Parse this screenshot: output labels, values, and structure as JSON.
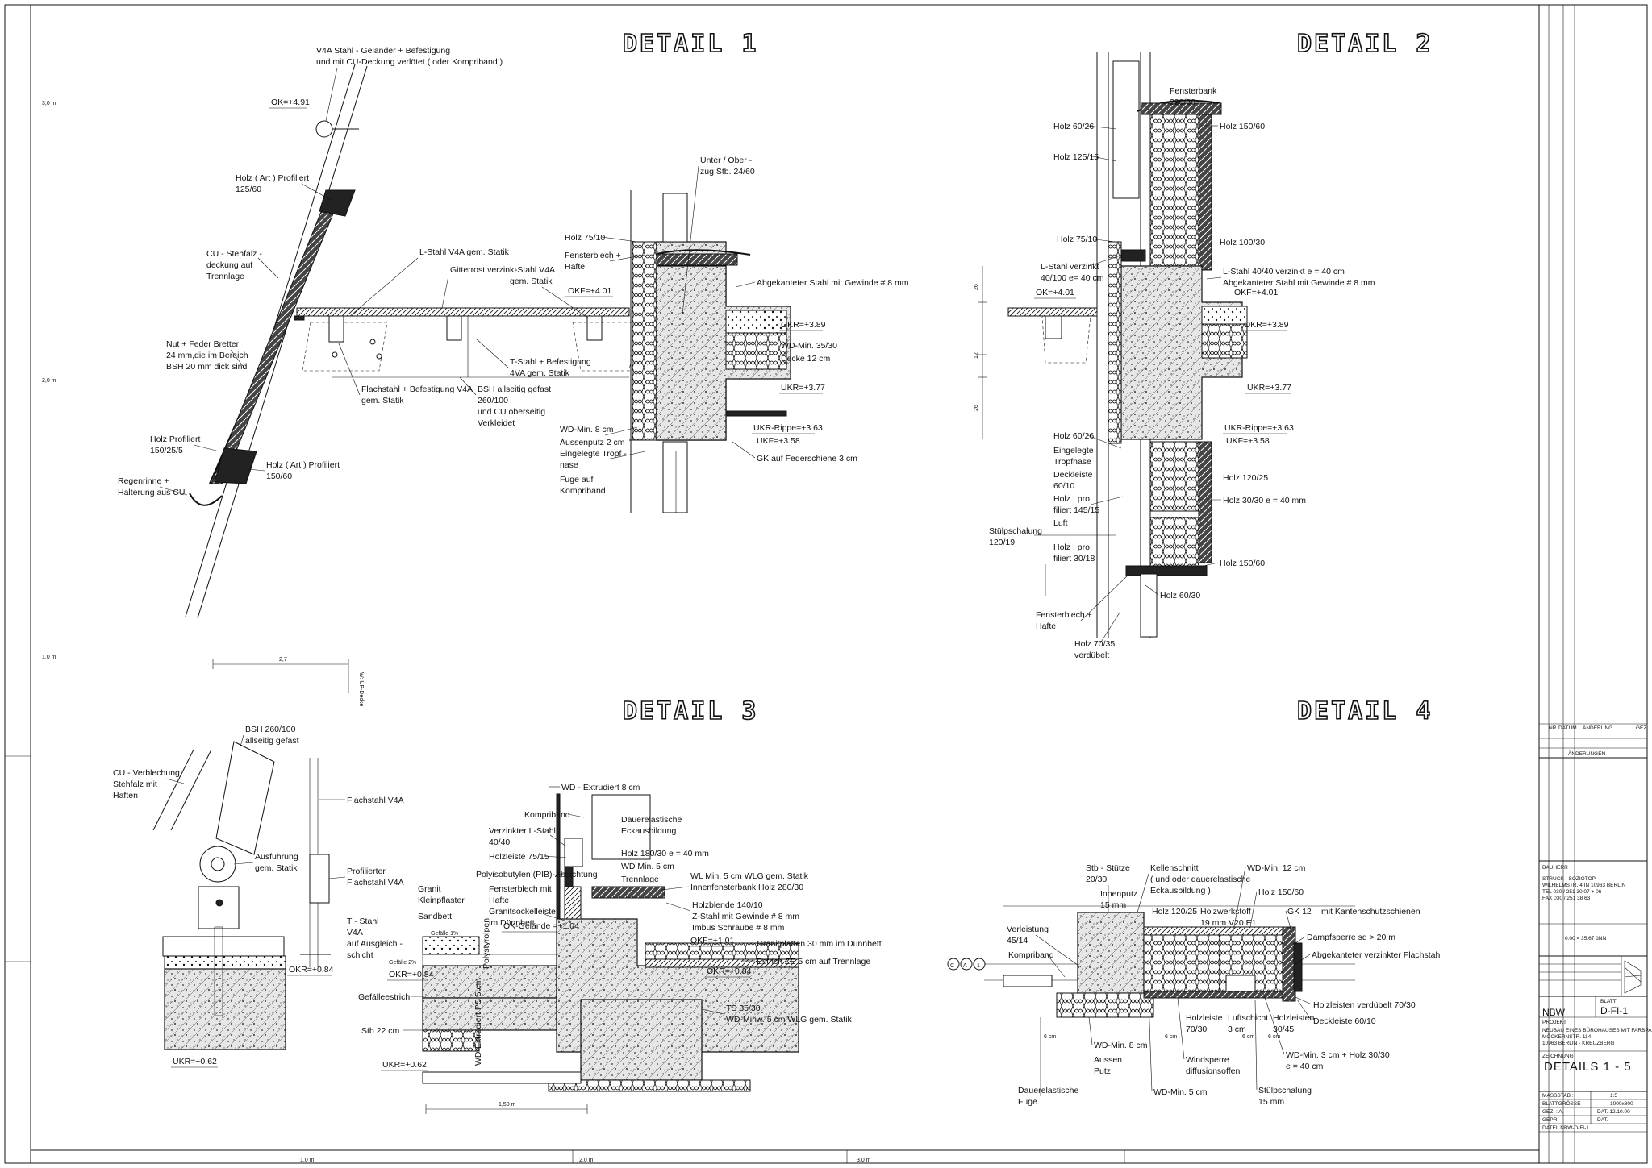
{
  "details": {
    "d1": {
      "title": "DETAIL 1"
    },
    "d2": {
      "title": "DETAIL 2"
    },
    "d3": {
      "title": "DETAIL 3"
    },
    "d4": {
      "title": "DETAIL 4"
    }
  },
  "margin_scale": {
    "left": [
      "3,0 m",
      "2,0 m",
      "1,0 m"
    ],
    "bottom": [
      "1,0 m",
      "2,0 m",
      "3,0 m"
    ]
  },
  "detail1": {
    "labels": {
      "railing": "V4A Stahl - Geländer + Befestigung",
      "railing2": "und mit CU-Deckung verlötet ( oder Kompriband )",
      "ok491": "OK=+4.91",
      "holz_prof": "Holz ( Art ) Profiliert",
      "holz_prof_dim": "125/60",
      "cu1": "CU - Stehfalz -",
      "cu2": "deckung auf",
      "cu3": "Trennlage",
      "nut1": "Nut + Feder Bretter",
      "nut2": "24 mm,die im Bereich",
      "nut3": "BSH 20 mm dick sind",
      "holz150a": "Holz Profiliert",
      "holz150b": "150/25/5",
      "holz_art": "Holz ( Art ) Profiliert",
      "holz_art_dim": "150/60",
      "regen1": "Regenrinne +",
      "regen2": "Halterung aus CU",
      "lstahl": "L-Stahl V4A gem. Statik",
      "gitter": "Gitterrost verzinkt",
      "lstahl2a": "L-Stahl V4A",
      "lstahl2b": "gem. Statik",
      "unter1": "Unter / Ober -",
      "unter2": "zug Stb. 24/60",
      "holz75": "Holz 75/10",
      "fenster1": "Fensterblech +",
      "fenster2": "Hafte",
      "okf401": "OKF=+4.01",
      "abgek": "Abgekanteter Stahl mit Gewinde # 8 mm",
      "okr389": "OKR=+3.89",
      "wd35": "WD-Min. 35/30",
      "decke": "Decke 12 cm",
      "tstahl1": "T-Stahl + Befestigung",
      "tstahl2": "4VA gem. Statik",
      "ukr377": "UKR=+3.77",
      "flach1": "Flachstahl + Befestigung V4A",
      "flach2": "gem. Statik",
      "bsh1": "BSH allseitig gefast",
      "bsh2": "260/100",
      "bsh3": "und CU oberseitig",
      "bsh4": "Verkleidet",
      "wd8": "WD-Min. 8 cm",
      "aussen": "Aussenputz 2 cm",
      "eingel1": "Eingelegte Tropf -",
      "eingel2": "nase",
      "fuge1": "Fuge auf",
      "fuge2": "Kompriband",
      "ukr363": "UKR-Rippe=+3.63",
      "ukf358": "UKF=+3.58",
      "gk": "GK auf Federschiene 3 cm",
      "dim": "2,7",
      "w": "W: ÜP-Decke"
    }
  },
  "detail2": {
    "labels": {
      "fensterbank1": "Fensterbank",
      "fensterbank2": "290/30",
      "holz6026": "Holz 60/26",
      "holz12515": "Holz 125/15",
      "holz15060": "Holz 150/60",
      "holz7510": "Holz 75/10",
      "holz10030": "Holz 100/30",
      "lver1": "L-Stahl verzinkt",
      "lver2": "40/100 e= 40 cm",
      "lstahl4040": "L-Stahl 40/40 verzinkt e = 40 cm",
      "abgek": "Abgekanteter Stahl mit Gewinde # 8 mm",
      "okf401": "OKF=+4.01",
      "ok401": "OK=+4.01",
      "okr389": "OKR=+3.89",
      "ukr377": "UKR=+3.77",
      "ukr363": "UKR-Rippe=+3.63",
      "ukf358": "UKF=+3.58",
      "holz6026b": "Holz 60/26",
      "eing1": "Eingelegte",
      "eing2": "Tropfnase",
      "deck1": "Deckleiste",
      "deck2": "60/10",
      "holzpro1": "Holz , pro",
      "holzpro2": "filiert 145/15",
      "holz12025": "Holz 120/25",
      "holz3030": "Holz 30/30 e = 40 mm",
      "luft": "Luft",
      "stulp1": "Stülpschalung",
      "stulp2": "120/19",
      "holzpro3": "Holz , pro",
      "holzpro4": "filiert 30/18",
      "holz15060b": "Holz 150/60",
      "fenster1": "Fensterblech +",
      "fenster2": "Hafte",
      "holz6030": "Holz 60/30",
      "holz7035a": "Holz 70/35",
      "holz7035b": "verdübelt",
      "dims": [
        "26",
        "12",
        "26"
      ]
    }
  },
  "detail3": {
    "labels": {
      "bsh1": "BSH 260/100",
      "bsh2": "allseitig gefast",
      "cu1": "CU - Verblechung",
      "cu2": "Stehfalz mit",
      "cu3": "Haften",
      "flach": "Flachstahl V4A",
      "ausf1": "Ausführung",
      "ausf2": "gem. Statik",
      "prof1": "Profilierter",
      "prof2": "Flachstahl V4A",
      "t1": "T - Stahl",
      "t2": "V4A",
      "t3": "auf Ausgleich -",
      "t4": "schicht",
      "okr084": "OKR=+0.84",
      "ukr062": "UKR=+0.62",
      "wd8": "WD - Extrudiert 8 cm",
      "kompri": "Kompriband",
      "dauer1": "Dauerelastische",
      "dauer2": "Eckausbildung",
      "verz1": "Verzinkter L-Stahl",
      "verz2": "40/40",
      "holz1": "Holzleiste 75/15",
      "holz1830": "Holz 180/30 e = 40 mm",
      "poly": "Polyisobutylen (PIB)-Abdichtung",
      "wdmin5": "WD Min. 5 cm",
      "fb1": "Fensterblech mit",
      "fb2": "Hafte",
      "trenn": "Trennlage",
      "gs1": "Granitsockelleiste",
      "gs2": "im Dünnbett",
      "wlg": "WL Min. 5 cm WLG gem. Statik",
      "inner": "Innenfensterbank Holz 280/30",
      "granit1": "Granit",
      "granit2": "Kleinpflaster",
      "sand": "Sandbett",
      "ok104": "OK-Gelände =+1.04",
      "holzblende": "Holzblende 140/10",
      "zstahl": "Z-Stahl mit Gewinde # 8 mm",
      "imbus": "Imbus Schraube # 8 mm",
      "okf101": "OKF=+1.01",
      "gefaelle": "Gefälle 1%",
      "gefaelle2": "Gefälle 2%",
      "gran30": "Granitplatten 30 mm im Dünnbett",
      "estrich": "Estrich ZE 5 cm auf Trennlage",
      "okr084b": "OKR=+0.84",
      "okr084c": "OKR=+0.84",
      "gefaellestrich": "Gefälleestrich",
      "stb22": "Stb 22 cm",
      "ukr062b": "UKR=+0.62",
      "ts": "TS 35/30",
      "wd5": "WD-Minw. 5 cm WLG gem. Statik",
      "wdext": "WD-Extrudiert PS 5 cm",
      "poly2": "Polystyrolpen",
      "dim": "1,50 m"
    }
  },
  "detail4": {
    "labels": {
      "stb1": "Stb - Stütze",
      "stb2": "20/30",
      "innen1": "Innenputz",
      "innen2": "15 mm",
      "kellen1": "Kellenschnitt",
      "kellen2": "( und oder dauerelastische",
      "kellen3": "Eckausbildung )",
      "wdmin12": "WD-Min. 12 cm",
      "holz15060": "Holz 150/60",
      "verl1": "Verleistung",
      "verl2": "45/14",
      "holz12025": "Holz 120/25",
      "holzw1": "Holzwerkstoff",
      "holzw2": "19 mm V20 E1",
      "gk": "GK 12",
      "gk2": "mit Kantenschutzschienen",
      "dampf": "Dampfsperre sd > 20 m",
      "kompri": "Kompriband",
      "abgek": "Abgekanteter verzinkter Flachstahl",
      "holzleiste1": "Holzleiste",
      "holzleiste2": "70/30",
      "luft1": "Luftschicht",
      "luft2": "3 cm",
      "holzleisten1": "Holzleisten verdübelt 70/30",
      "holzleisten2": "Holzleisten",
      "holzleisten3": "30/45",
      "deck": "Deckleiste 60/10",
      "wdmin8": "WD-Min. 8 cm",
      "aussen1": "Aussen",
      "aussen2": "Putz",
      "wind1": "Windsperre",
      "wind2": "diffusionsoffen",
      "wd3": "WD-Min. 3 cm + Holz 30/30",
      "wd3b": "e = 40 cm",
      "dauer1": "Dauerelastische",
      "dauer2": "Fuge",
      "wd5": "WD-Min. 5 cm",
      "stulp1": "Stülpschalung",
      "stulp2": "15 mm",
      "axes": [
        "C",
        "A",
        "1"
      ],
      "dim6": "6 cm"
    }
  },
  "titleblock": {
    "aenderungen": "ÄNDERUNGEN",
    "rev_cols": [
      "NR",
      "DATUM",
      "ÄNDERUNG",
      "GEZ."
    ],
    "bauherr": "BAUHERR",
    "bauherr_lines": [
      "STRUCK - SOZIOTOP",
      "WILHELMSTR. 4 IN 10963 BERLIN",
      "TEL 030 / 251 30 07 + 06",
      "FAX 030 / 251 38 63"
    ],
    "datum_field": "0.00 = 35.67 üNN",
    "zeichen": "NBW",
    "blatt_label": "BLATT",
    "blatt": "D-FI-1",
    "projekt_label": "PROJEKT",
    "projekt_lines": [
      "NEUBAU EINES BÜROHAUSES MIT FARBPALETTE",
      "MÖCKERNSTR. 114",
      "10963 BERLIN - KREUZBERG"
    ],
    "zeichnung_label": "ZEICHNUNG",
    "zeichnung": "DETAILS  1  -  5",
    "rows": [
      [
        "MASSSTAB :",
        "1:5"
      ],
      [
        "BLATTGRÖSSE",
        "1000x800"
      ],
      [
        "GEZ. : A.",
        "DAT. 12.10.00"
      ],
      [
        "GEPR.",
        "DAT."
      ],
      [
        "DATEI: NBW-D-FI-1",
        ""
      ]
    ]
  }
}
